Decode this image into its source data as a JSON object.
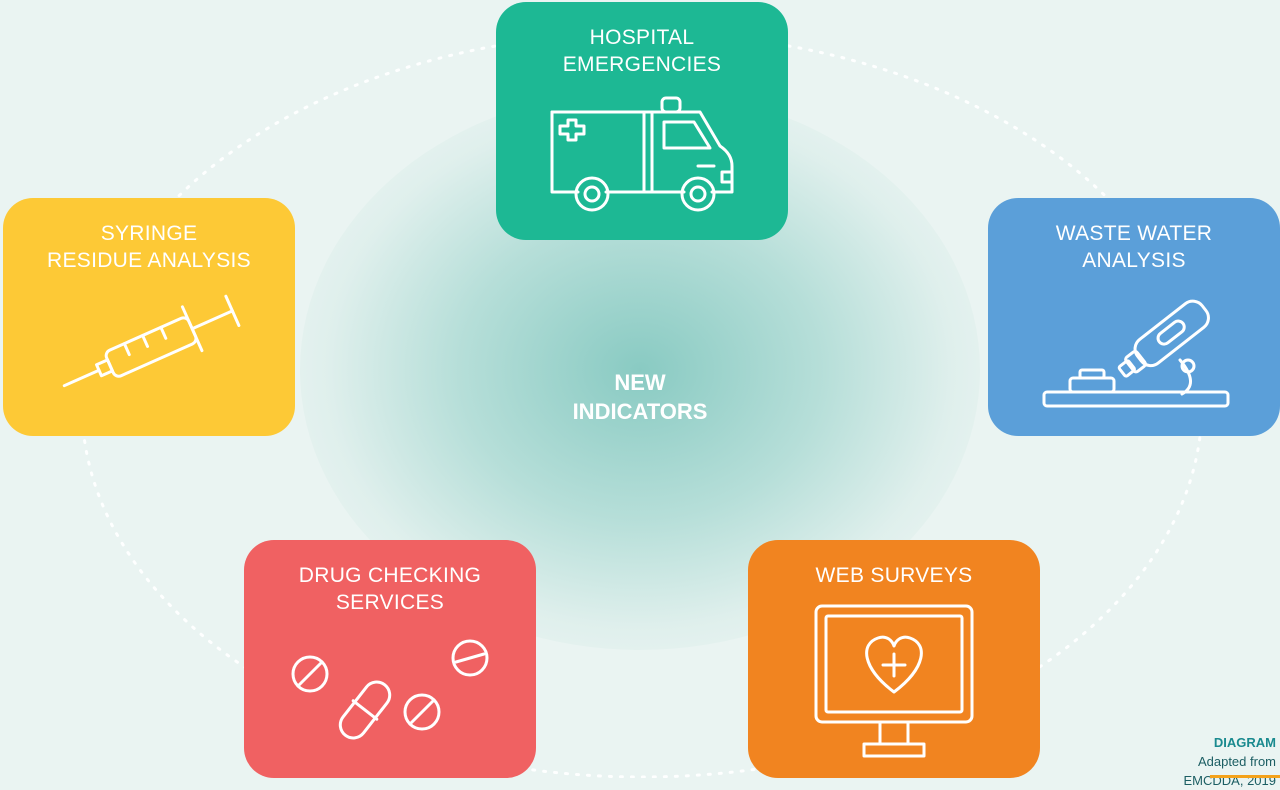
{
  "center_label": [
    "NEW",
    "INDICATORS"
  ],
  "nodes": [
    {
      "id": "hospital",
      "title": [
        "HOSPITAL",
        "EMERGENCIES"
      ],
      "color": "#1db894",
      "icon": "ambulance-icon"
    },
    {
      "id": "wastewater",
      "title": [
        "WASTE WATER",
        "ANALYSIS"
      ],
      "color": "#5b9fd9",
      "icon": "microscope-icon"
    },
    {
      "id": "web",
      "title": [
        "WEB SURVEYS"
      ],
      "color": "#f18420",
      "icon": "monitor-heart-icon"
    },
    {
      "id": "drugcheck",
      "title": [
        "DRUG CHECKING",
        "SERVICES"
      ],
      "color": "#f06162",
      "icon": "pills-icon"
    },
    {
      "id": "syringe",
      "title": [
        "SYRINGE",
        "RESIDUE ANALYSIS"
      ],
      "color": "#fdc936",
      "icon": "syringe-icon"
    }
  ],
  "note": {
    "label": "DIAGRAM",
    "lines": [
      "Adapted from",
      "EMCDDA, 2019"
    ]
  }
}
